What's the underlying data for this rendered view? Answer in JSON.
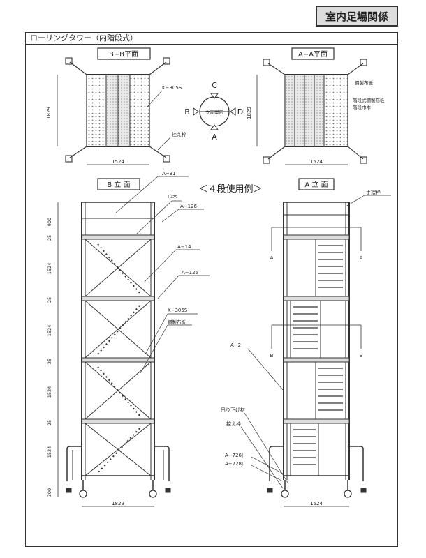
{
  "header": {
    "title": "室内足場関係"
  },
  "frame": {
    "title": "ローリングタワー（内階段式）"
  },
  "views": {
    "bb_plan": "B−B平面",
    "aa_plan": "A−A平面",
    "b_elev": "B 立 面",
    "a_elev": "A 立 面"
  },
  "usage_note": "＜４段使用例＞",
  "compass": {
    "c": "C",
    "a": "A",
    "b": "B",
    "d": "D",
    "center": "立面案内"
  },
  "bb_plan_labels": {
    "k305s": "K−305S",
    "outrigger": "控え枠",
    "depth": "1829",
    "width": "1524"
  },
  "aa_plan_labels": {
    "steel_board": "鋼製布板",
    "stair_board": "階段式鋼製布板",
    "toe": "階段巾木",
    "depth": "1829",
    "width": "1524"
  },
  "b_elev_labels": {
    "a31": "A−31",
    "habaki": "巾木",
    "a126": "A−126",
    "a14": "A−14",
    "a125": "A−125",
    "k305s": "K−305S",
    "steel_board": "鋼製布板",
    "width": "1829",
    "dims": [
      "900",
      "25",
      "1524",
      "25",
      "1524",
      "25",
      "1524",
      "25",
      "1524",
      "300"
    ]
  },
  "a_elev_labels": {
    "handrail": "手摺枠",
    "a2": "A−2",
    "hanging": "吊り下げ材",
    "outrigger": "控え枠",
    "a726j": "A−726J",
    "a728j": "A−728J",
    "width": "1524",
    "sec_a": "A",
    "sec_b": "B"
  }
}
